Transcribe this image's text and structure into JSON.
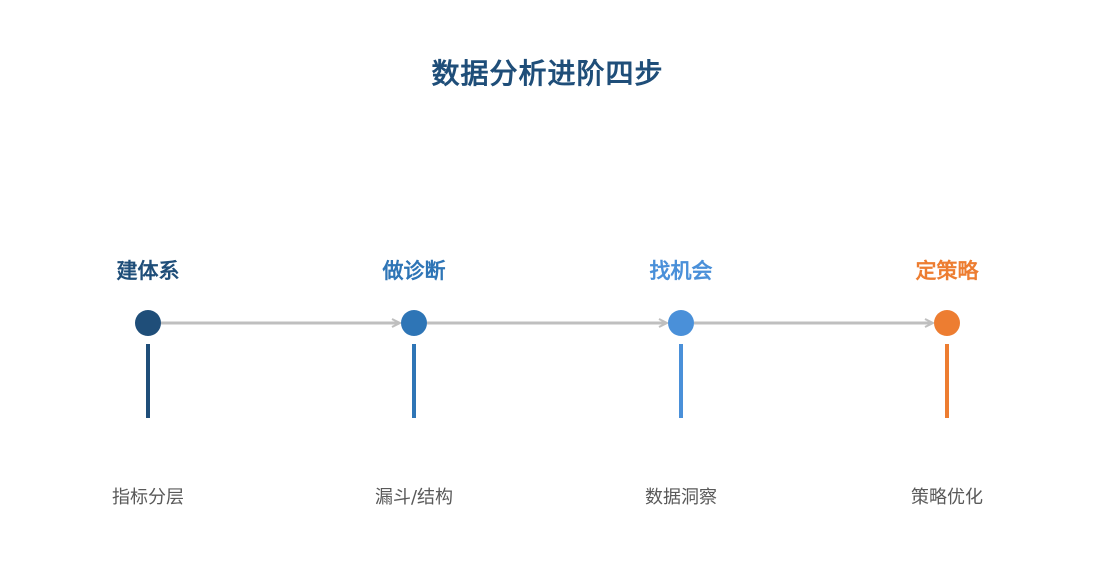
{
  "title": "数据分析进阶四步",
  "colors": {
    "connector": "#bfbfbf",
    "title": "#1f4e79"
  },
  "steps": [
    {
      "name": "建体系",
      "desc": "指标分层",
      "color": "#1f4e79"
    },
    {
      "name": "做诊断",
      "desc": "漏斗/结构",
      "color": "#2e75b6"
    },
    {
      "name": "找机会",
      "desc": "数据洞察",
      "color": "#4a90d9"
    },
    {
      "name": "定策略",
      "desc": "策略优化",
      "color": "#ed7d31"
    }
  ]
}
